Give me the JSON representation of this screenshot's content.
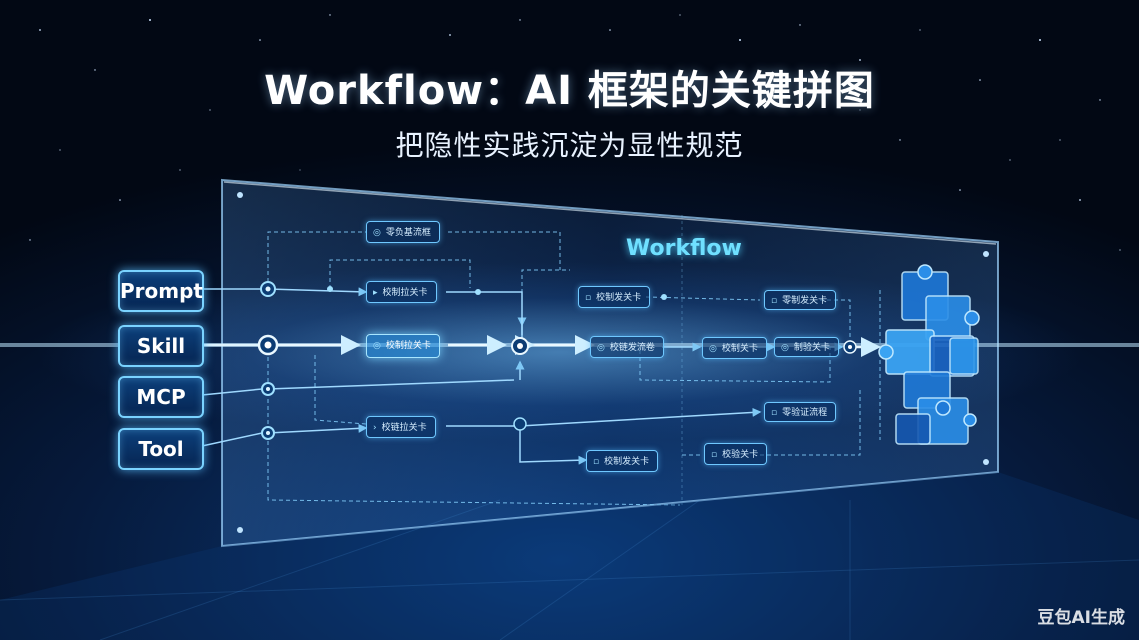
{
  "header": {
    "title": "Workflow：AI 框架的关键拼图",
    "subtitle": "把隐性实践沉淀为显性规范"
  },
  "inputs": {
    "prompt_label": "Prompt",
    "skill_label": "Skill",
    "mcp_label": "MCP",
    "tool_label": "Tool"
  },
  "board": {
    "workflow_label": "Workflow",
    "nodes": {
      "n_top": "零负基流框",
      "n_row1_a": "校制拉关卡",
      "n_row2_a": "校制拉关卡",
      "n_row5_a": "校链拉关卡",
      "n_row1_b": "校制发关卡",
      "n_row2_b": "校链发流卷",
      "n_row6_b": "校制发关卡",
      "n_row2_c": "校制关卡",
      "n_row6_c": "校验关卡",
      "n_row1_d": "零制发关卡",
      "n_row2_d": "制验关卡",
      "n_row5_d": "零验证流程"
    }
  },
  "icons": {
    "puzzle": "puzzle-blocks-icon",
    "node_dot": "node-dot-icon"
  },
  "colors": {
    "accent": "#6fe0ff",
    "glow": "#7ad3ff",
    "background": "#061a3c"
  },
  "watermark": "豆包AI生成"
}
